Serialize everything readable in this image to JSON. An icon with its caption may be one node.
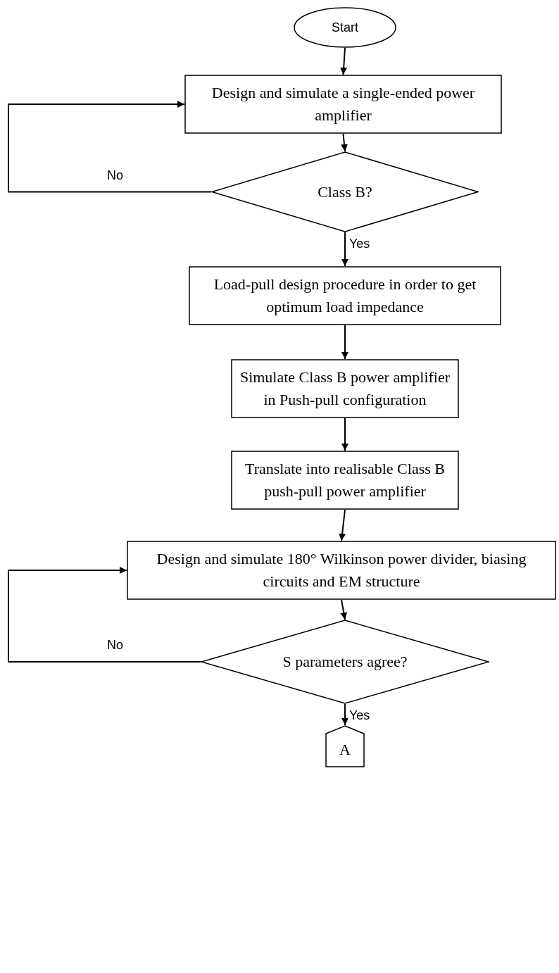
{
  "diagram": {
    "nodes": [
      {
        "text": [
          "Start"
        ]
      },
      {
        "text": [
          "Design and simulate a single-ended power amplifier"
        ]
      },
      {
        "text": [
          "Class B?"
        ]
      },
      {
        "text": [
          "Load-pull design procedure in order to get optimum load impedance"
        ]
      },
      {
        "text": [
          "Simulate Class B power amplifier in Push-pull configuration"
        ]
      },
      {
        "text": [
          "Translate into realisable Class B push-pull power amplifier"
        ]
      },
      {
        "text": [
          "Design and simulate 180° Wilkinson power divider, biasing circuits and EM structure"
        ]
      },
      {
        "text": [
          "S parameters agree?"
        ]
      },
      {
        "text": [
          "A"
        ]
      }
    ],
    "edges": [
      {
        "from": 0,
        "to": 1,
        "arrow": "to"
      },
      {
        "from": 1,
        "to": 2,
        "arrow": "to"
      },
      {
        "from": 2,
        "to": 1,
        "arrow": "to",
        "label": "No"
      },
      {
        "from": 2,
        "to": 3,
        "arrow": "to",
        "label": "Yes"
      },
      {
        "from": 3,
        "to": 4,
        "arrow": "to"
      },
      {
        "from": 4,
        "to": 5,
        "arrow": "to"
      },
      {
        "from": 5,
        "to": 6,
        "arrow": "to"
      },
      {
        "from": 6,
        "to": 7,
        "arrow": "to"
      },
      {
        "from": 7,
        "to": 6,
        "arrow": "to",
        "label": "No"
      },
      {
        "from": 7,
        "to": 8,
        "arrow": "to",
        "label": "Yes"
      }
    ]
  }
}
